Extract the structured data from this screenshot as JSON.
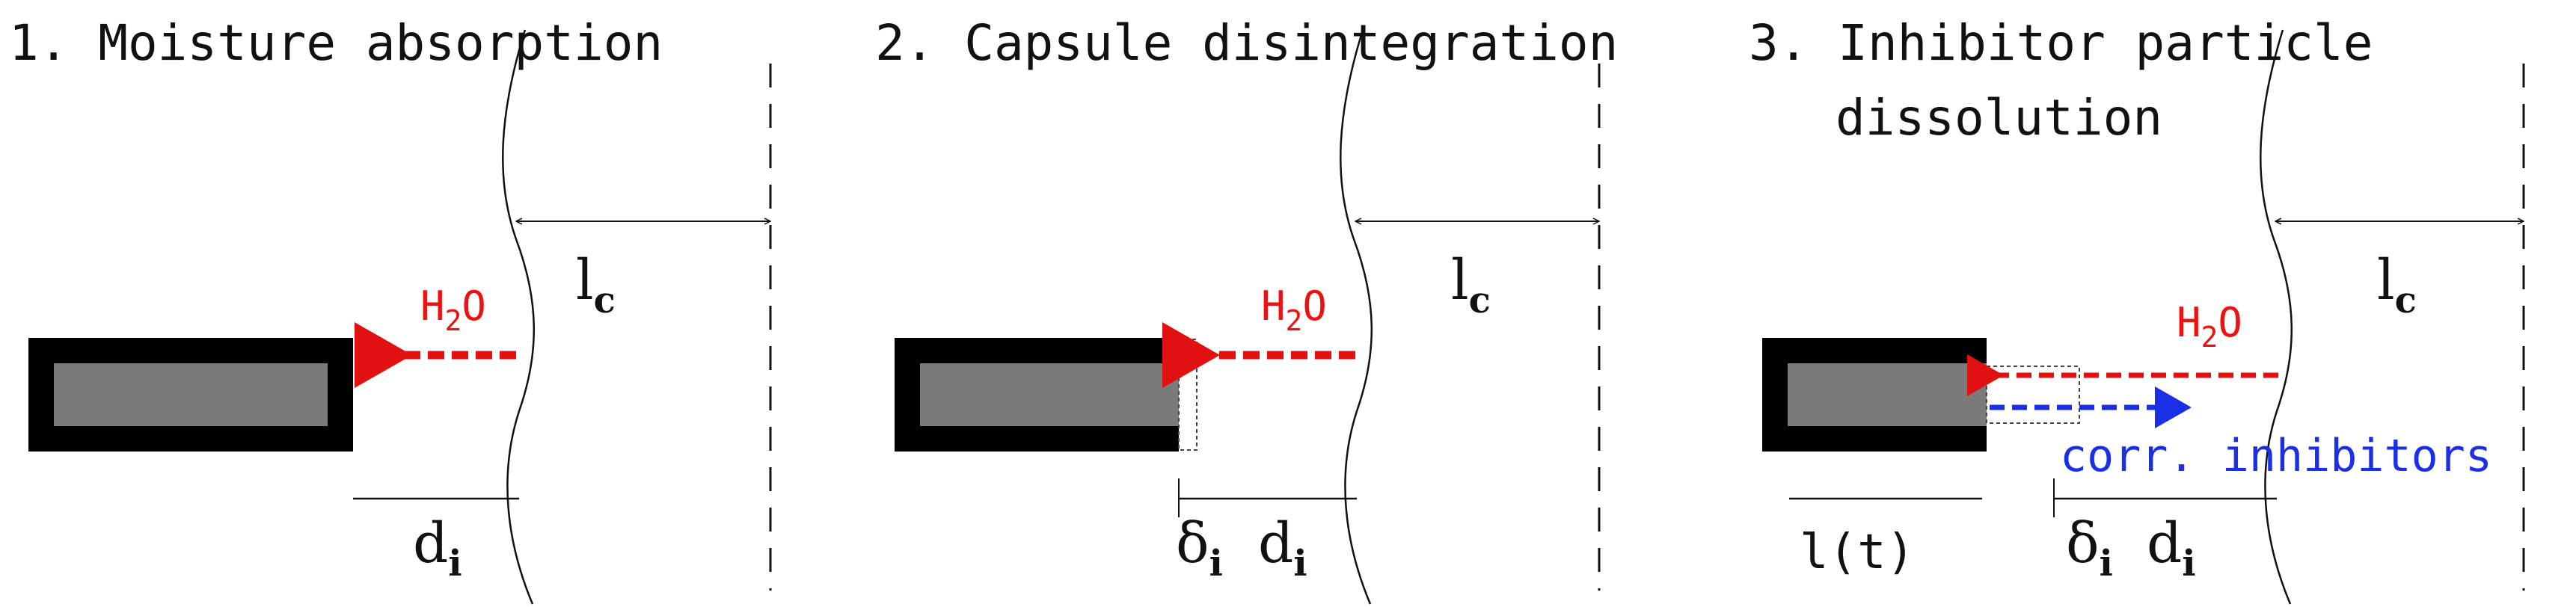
{
  "panels": [
    {
      "title_line1": "1. Moisture absorption",
      "title_line2": "",
      "h2o": {
        "main": "H",
        "sub": "2",
        "tail": "O"
      },
      "lc": {
        "main": "l",
        "sub": "c"
      },
      "di": {
        "main": "d",
        "sub": "i"
      }
    },
    {
      "title_line1": "2. Capsule disintegration",
      "title_line2": "",
      "h2o": {
        "main": "H",
        "sub": "2",
        "tail": "O"
      },
      "lc": {
        "main": "l",
        "sub": "c"
      },
      "delta": {
        "main": "δ",
        "sub": "i"
      },
      "di": {
        "main": "d",
        "sub": "i"
      }
    },
    {
      "title_line1": "3. Inhibitor particle",
      "title_line2": "dissolution",
      "h2o": {
        "main": "H",
        "sub": "2",
        "tail": "O"
      },
      "lc": {
        "main": "l",
        "sub": "c"
      },
      "inhibitors": "corr. inhibitors",
      "lt": "l(t)",
      "delta": {
        "main": "δ",
        "sub": "i"
      },
      "di": {
        "main": "d",
        "sub": "i"
      }
    }
  ],
  "colors": {
    "capsule": "#000000",
    "core": "#7a7a7a",
    "water": "#e11111",
    "inhibitor": "#1a2fe6",
    "line": "#111111"
  }
}
